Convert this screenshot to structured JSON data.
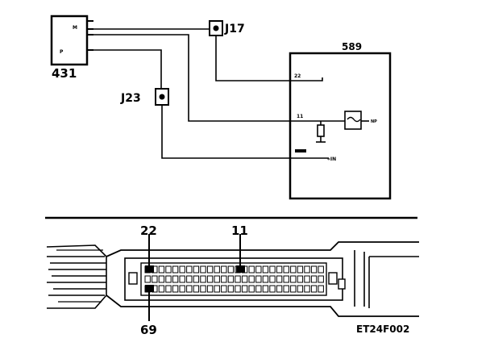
{
  "diagram": {
    "components": {
      "relay": {
        "label": "431"
      },
      "ecu": {
        "label": "589"
      },
      "connector_j17": {
        "label": "J17"
      },
      "connector_j23": {
        "label": "J23"
      }
    },
    "connector_view": {
      "pin_top_left": "22",
      "pin_top_mid": "11",
      "pin_bottom_left": "69"
    },
    "figure_code": "ET24F002"
  }
}
